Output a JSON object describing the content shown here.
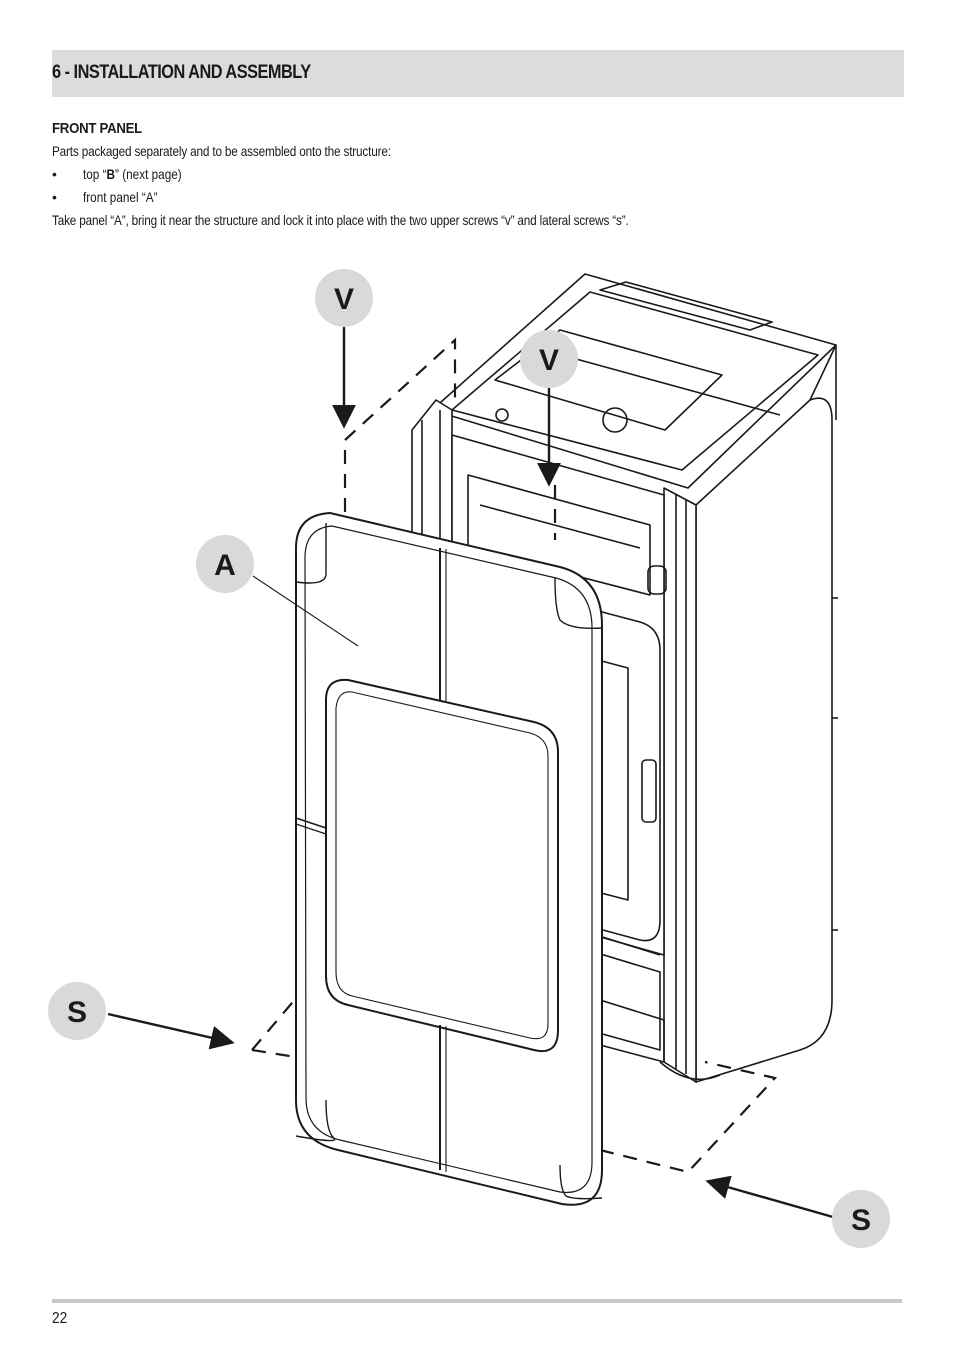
{
  "section": {
    "title": "6 - INSTALLATION AND ASSEMBLY"
  },
  "front_panel": {
    "heading": "FRONT PANEL",
    "intro": "Parts packaged separately and to be assembled onto the structure:",
    "bullets": [
      {
        "marker": "•",
        "pre": "top “",
        "bold": "B",
        "post": "” (next page)"
      },
      {
        "marker": "•",
        "pre": "front panel “A”",
        "bold": "",
        "post": ""
      }
    ],
    "instruction": "Take panel “A”, bring it near the structure and lock it into place with the two upper screws “v” and lateral screws “s”."
  },
  "diagram": {
    "callouts": {
      "v_left": "V",
      "v_right": "V",
      "a": "A",
      "s_left": "S",
      "s_right": "S"
    },
    "colors": {
      "callout_fill": "#d9d9d9",
      "line": "#1a1a1a"
    }
  },
  "footer": {
    "page_number": "22"
  }
}
